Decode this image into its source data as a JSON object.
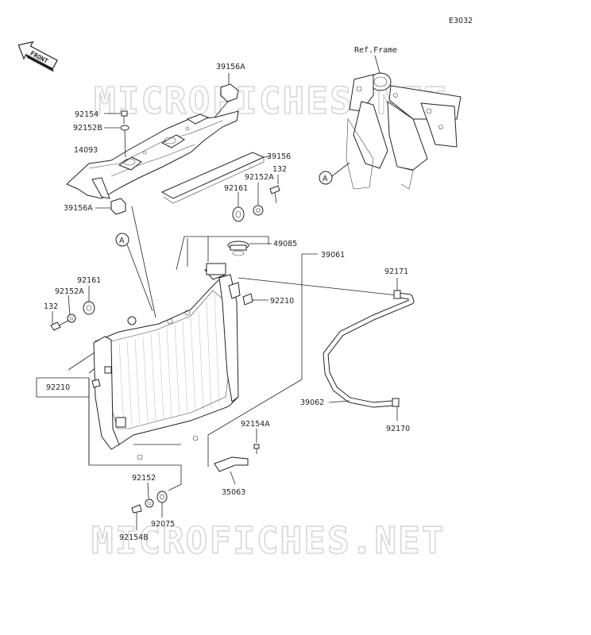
{
  "diagram": {
    "code": "E3032",
    "front_label": "FRONT",
    "ref_frame": "Ref.Frame",
    "watermark": "MICROFICHES.NET",
    "callout_a": "A",
    "labels": {
      "p39156A_top": "39156A",
      "p92154": "92154",
      "p92152B": "92152B",
      "p14093": "14093",
      "p39156": "39156",
      "p92152A_top": "92152A",
      "p132_top": "132",
      "p92161_top": "92161",
      "p39156A_bot": "39156A",
      "p49085": "49085",
      "p39061": "39061",
      "p92171": "92171",
      "p92161_left": "92161",
      "p92152A_left": "92152A",
      "p132_left": "132",
      "p92210_right": "92210",
      "p92210_left": "92210",
      "p39062": "39062",
      "p92170": "92170",
      "p92154A": "92154A",
      "p35063": "35063",
      "p92152": "92152",
      "p92075": "92075",
      "p92154B": "92154B"
    }
  }
}
